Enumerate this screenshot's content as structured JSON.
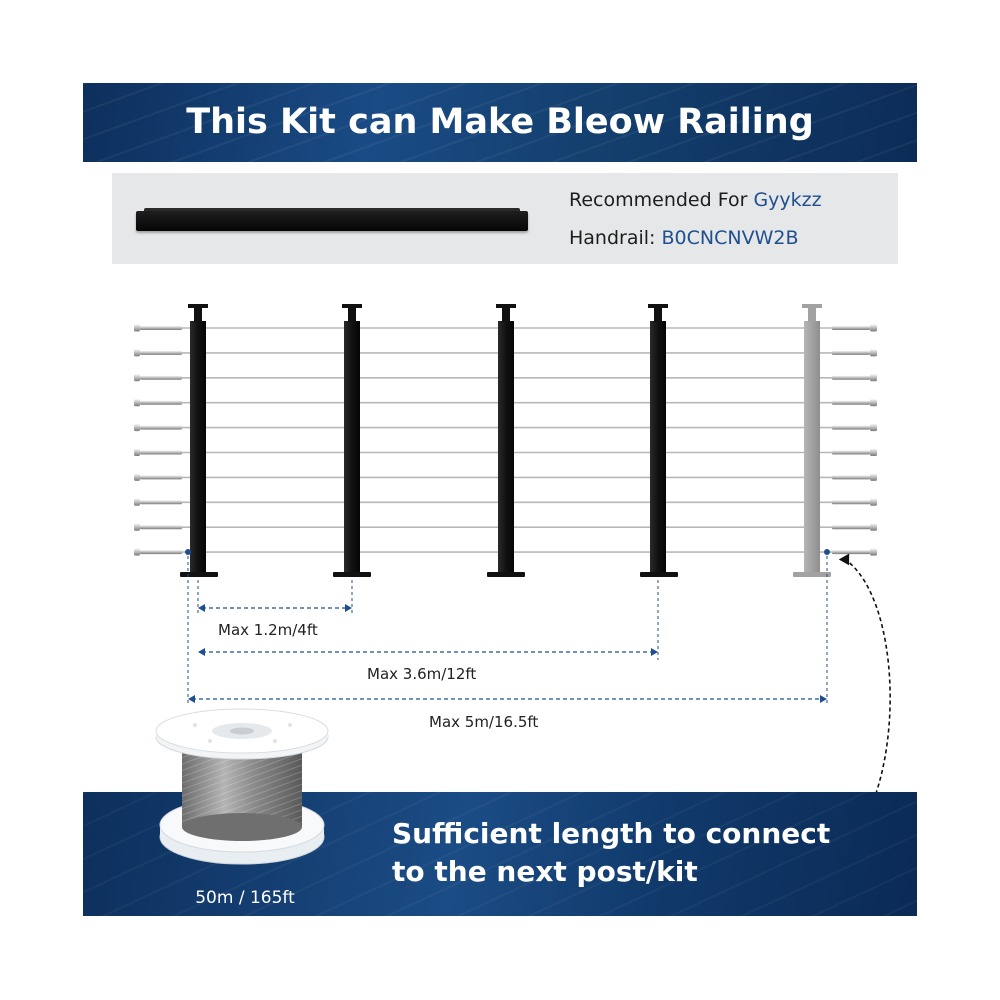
{
  "header": {
    "title": "This Kit can Make Bleow Railing Construction"
  },
  "recommendation": {
    "line1_prefix": "Recommended For ",
    "line1_brand": "Gyykzz",
    "line2_prefix": "Handrail: ",
    "line2_code": "B0CNCNVW2B"
  },
  "dimensions": {
    "post_spacing": "Max 1.2m/4ft",
    "span_mid": "Max 3.6m/12ft",
    "span_full": "Max 5m/16.5ft"
  },
  "callout": {
    "line1": "Sufficient length to connect",
    "line2": "to the next post/kit"
  },
  "spool": {
    "caption": "50m / 165ft"
  },
  "colors": {
    "brand_blue": "#14406f",
    "accent_blue": "#1f4f8f",
    "post_black": "#141414",
    "post_gray": "#a3a3a3",
    "cable_gray": "#b8b8b8"
  }
}
